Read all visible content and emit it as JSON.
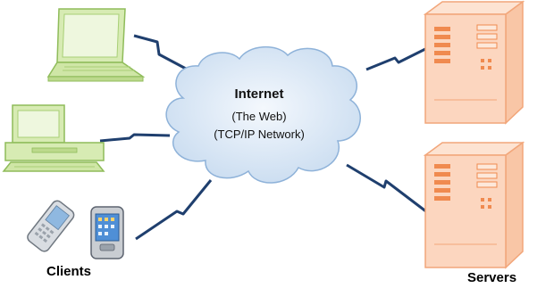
{
  "cloud": {
    "title": "Internet",
    "line1": "(The Web)",
    "line2": "(TCP/IP Network)"
  },
  "labels": {
    "clients": "Clients",
    "servers": "Servers"
  },
  "colors": {
    "client_fill": "#d7ebb3",
    "client_stroke": "#8fbc5a",
    "server_fill": "#fcd6bf",
    "server_stroke": "#f2a67a",
    "server_slot": "#f08a4f",
    "cloud_fill": "#dbe8f6",
    "cloud_stroke": "#8eb2d9",
    "link": "#1f3f6e"
  },
  "icons": {
    "client_1": "laptop-icon",
    "client_2": "desktop-computer-icon",
    "client_3": "mobile-phones-icon",
    "server_1": "server-tower-icon",
    "server_2": "server-tower-icon",
    "network": "cloud-icon"
  }
}
